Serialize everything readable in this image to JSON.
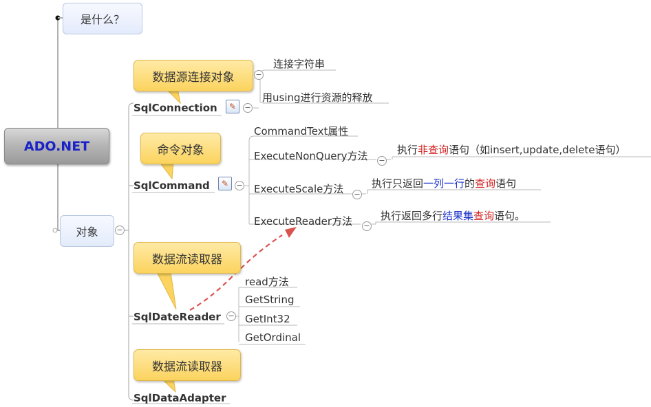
{
  "root": {
    "label": "ADO.NET"
  },
  "branches": {
    "what": {
      "label": "是什么？"
    },
    "objects": {
      "label": "对象"
    }
  },
  "objects": {
    "connection": {
      "label": "SqlConnection",
      "callout": "数据源连接对象",
      "children": [
        "连接字符串",
        "用using进行资源的释放"
      ]
    },
    "command": {
      "label": "SqlCommand",
      "callout": "命令对象",
      "children": {
        "text": "CommandText属性",
        "nonquery": {
          "label": "ExecuteNonQuery方法",
          "note": [
            "执行",
            "非查询",
            "语句（如insert,update,delete语句）"
          ]
        },
        "scalar": {
          "label": "ExecuteScale方法",
          "note": [
            "执行只返回",
            "一列一行",
            "的",
            "查询",
            "语句"
          ]
        },
        "reader": {
          "label": "ExecuteReader方法",
          "note": [
            "执行返回多行",
            "结果集",
            "查询",
            "语句。"
          ]
        }
      }
    },
    "datareader": {
      "label": "SqlDateReader",
      "callout": "数据流读取器",
      "children": [
        "read方法",
        "GetString",
        "GetInt32",
        "GetOrdinal"
      ]
    },
    "adapter": {
      "label": "SqlDataAdapter",
      "callout": "数据流读取器"
    }
  },
  "colors": {
    "highlight_red": "#d02020",
    "highlight_blue": "#1a30c8",
    "root_text": "#1a22c8",
    "callout_fill": "#fbd35e",
    "arrow": "#d9534f"
  },
  "icons": {
    "note": "note-icon",
    "toggle": "collapse-toggle-icon"
  }
}
